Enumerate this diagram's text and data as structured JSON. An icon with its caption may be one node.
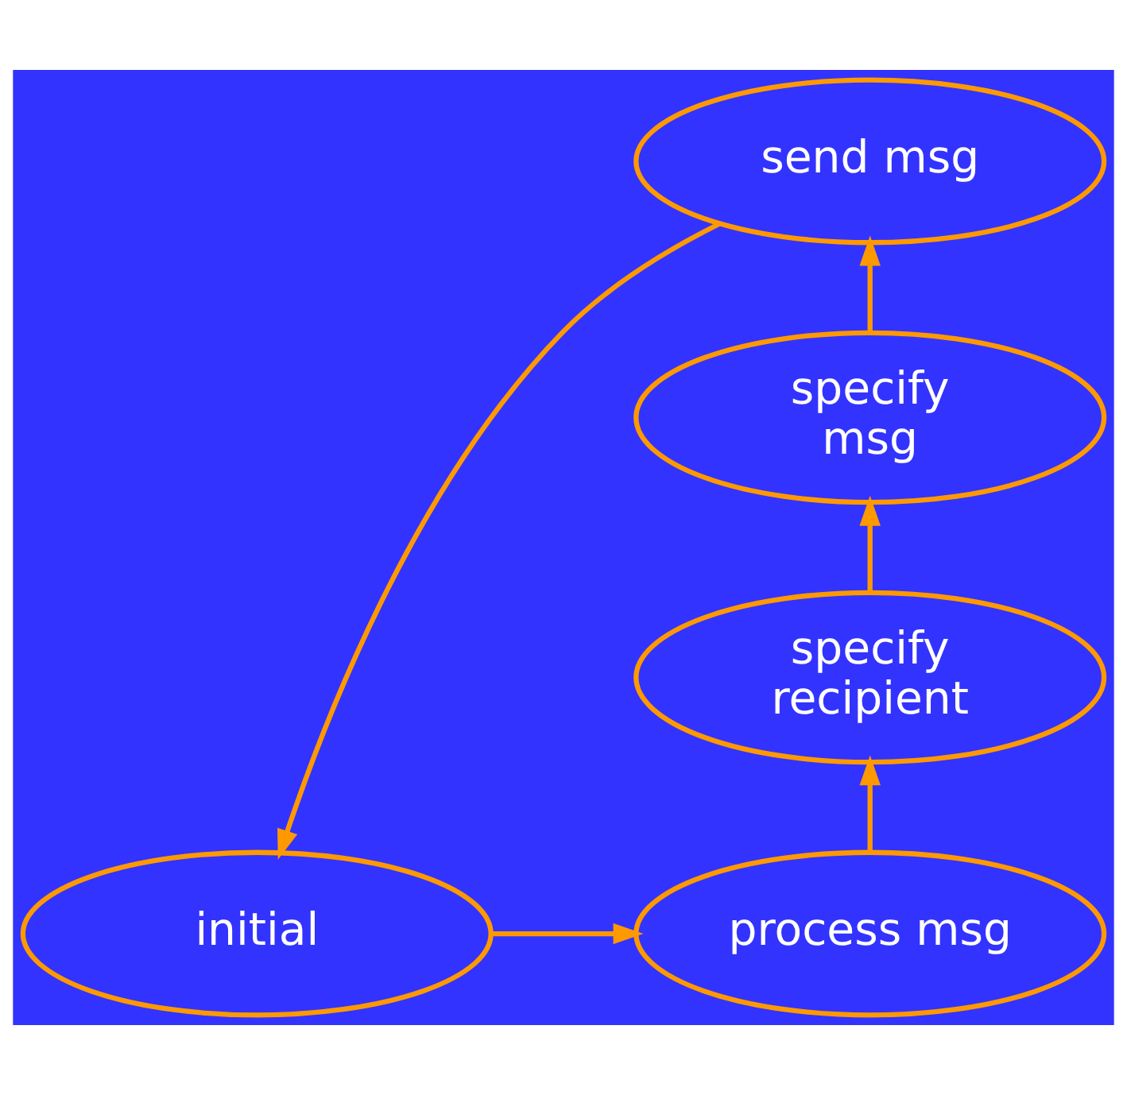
{
  "diagram": {
    "nodes": [
      {
        "text": [
          "send msg"
        ]
      },
      {
        "text": [
          "specify msg"
        ]
      },
      {
        "text": [
          "specify recipient"
        ]
      },
      {
        "text": [
          "initial"
        ]
      },
      {
        "text": [
          "process msg"
        ]
      }
    ],
    "edges": [
      {
        "from": 0,
        "to": 3,
        "arrow": "to"
      },
      {
        "from": 3,
        "to": 4,
        "arrow": "to"
      },
      {
        "from": 4,
        "to": 2,
        "arrow": "to"
      },
      {
        "from": 2,
        "to": 1,
        "arrow": "to"
      },
      {
        "from": 1,
        "to": 0,
        "arrow": "to"
      }
    ]
  }
}
